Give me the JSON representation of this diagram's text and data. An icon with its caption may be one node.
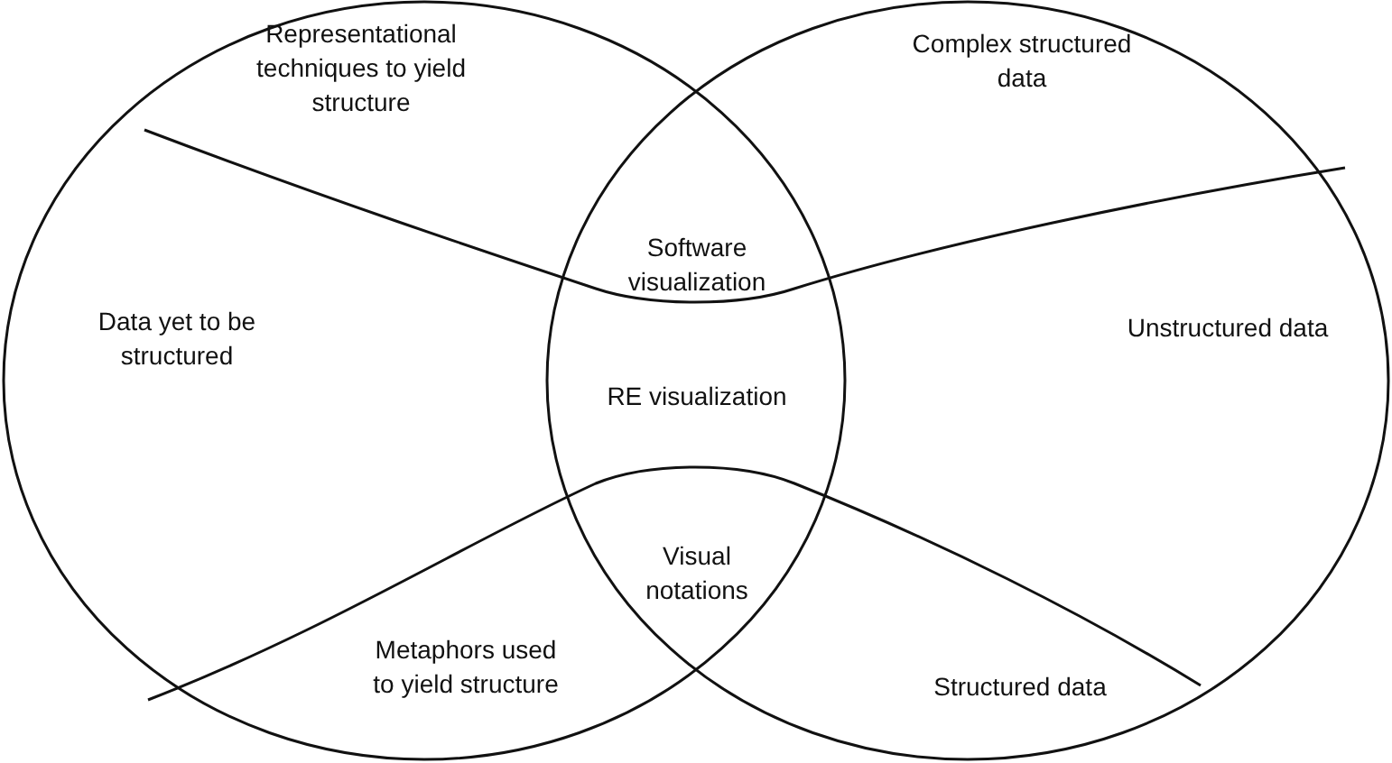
{
  "diagram": {
    "labels": [
      "Representational techniques to yield structure",
      "Complex structured data",
      "Software visualization",
      "Data yet to be structured",
      "RE visualization",
      "Unstructured data",
      "Visual notations",
      "Metaphors used to yield structure",
      "Structured data"
    ]
  }
}
